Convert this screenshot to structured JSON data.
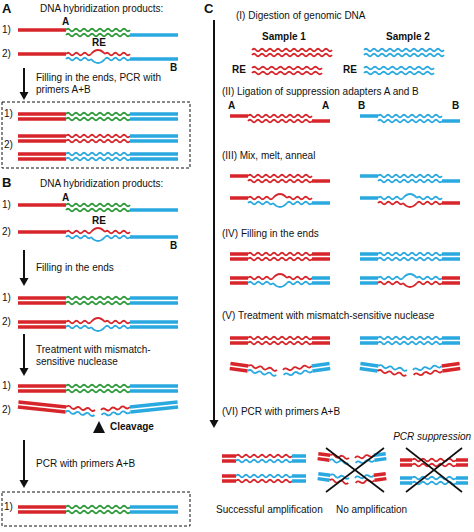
{
  "diagram": {
    "labels": [
      "A",
      "DNA hybridization products:",
      "1)",
      "A",
      "B",
      "2)",
      "RE",
      "Filling in the ends, PCR with primers A+B",
      "1)",
      "2)",
      "B",
      "DNA hybridization products:",
      "A",
      "1)",
      "RE",
      "2)",
      "B",
      "Filling in the ends",
      "1)",
      "2)",
      "Treatment with mismatch-sensitive nuclease",
      "1)",
      "2)",
      "Cleavage",
      "PCR with primers A+B",
      "1)",
      "C",
      "(I) Digestion of genomic DNA",
      "Sample 1",
      "Sample 2",
      "RE",
      "RE",
      "(II) Ligation of suppression adapters A and B",
      "A",
      "A",
      "B",
      "B",
      "(III) Mix, melt, anneal",
      "(IV) Filling in the ends",
      "(V) Treatment with mismatch-sensitive nuclease",
      "(VI) PCR with primers A+B",
      "PCR suppression",
      "Successful amplification",
      "No amplification"
    ]
  }
}
